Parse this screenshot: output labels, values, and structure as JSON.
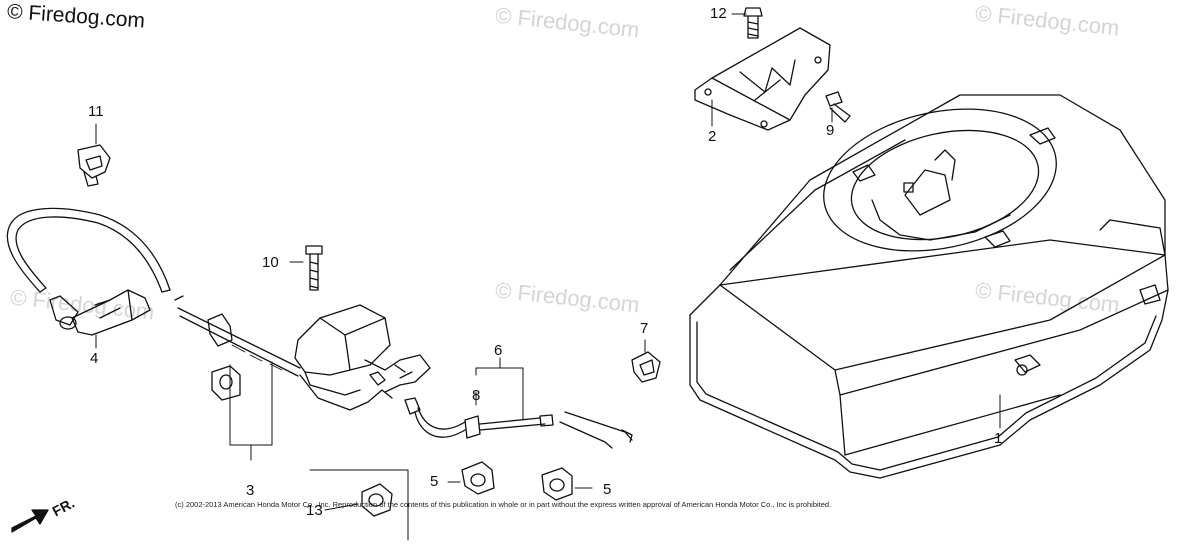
{
  "site_watermark": "© Firedog.com",
  "faint_watermark": "© Firedog.com",
  "copyright_notice": "(c) 2002-2013 American Honda Motor Co., Inc. Reproduction of the contents of this publication in whole or in part without the express written approval of American Honda Motor Co., Inc is prohibited.",
  "front_indicator": "FR.",
  "callouts": {
    "c1": "1",
    "c2": "2",
    "c3": "3",
    "c4": "4",
    "c5a": "5",
    "c5b": "5",
    "c6": "6",
    "c7": "7",
    "c8": "8",
    "c9": "9",
    "c10": "10",
    "c11": "11",
    "c12": "12",
    "c13": "13"
  }
}
